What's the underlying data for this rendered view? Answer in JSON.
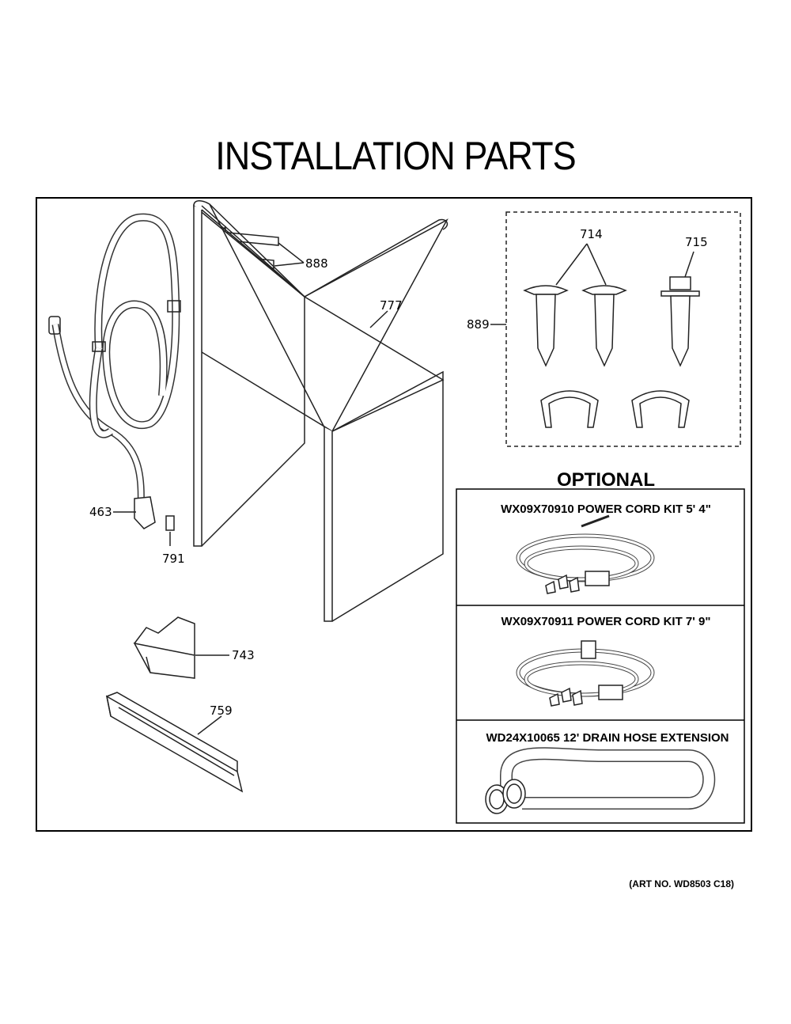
{
  "title": "INSTALLATION PARTS",
  "callouts": {
    "p888": "888",
    "p777": "777",
    "p889": "889",
    "p714": "714",
    "p715": "715",
    "p463": "463",
    "p791": "791",
    "p743": "743",
    "p759": "759"
  },
  "optional": {
    "heading": "OPTIONAL",
    "kits": [
      {
        "label": "WX09X70910 POWER CORD KIT 5' 4\""
      },
      {
        "label": "WX09X70911 POWER CORD KIT 7' 9\""
      },
      {
        "label": "WD24X10065 12' DRAIN HOSE EXTENSION"
      }
    ]
  },
  "art_number": "(ART NO. WD8503 C18)"
}
